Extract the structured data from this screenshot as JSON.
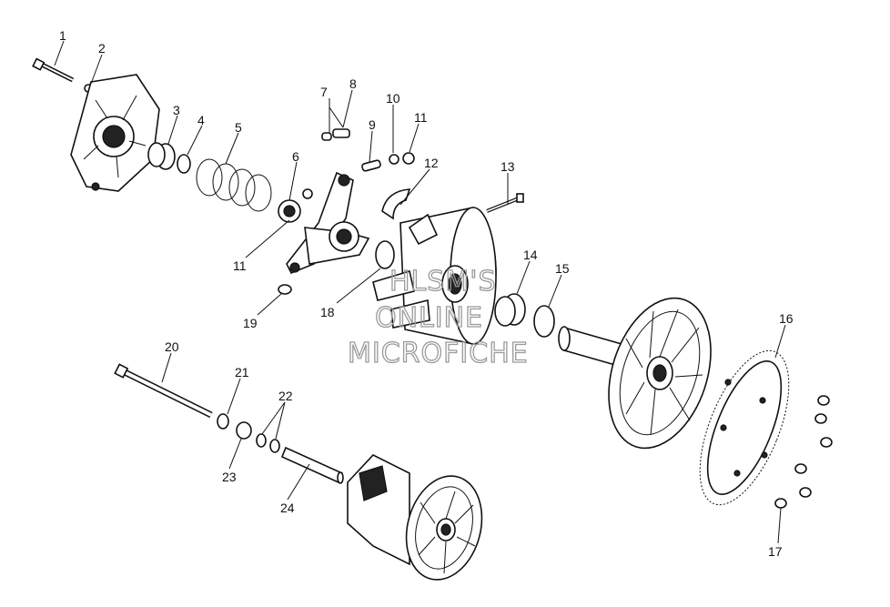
{
  "watermark": {
    "line1": "HLSM'S",
    "line2": "ONLINE",
    "line3": "MICROFICHE"
  },
  "callouts": [
    "1",
    "2",
    "3",
    "4",
    "5",
    "6",
    "7",
    "8",
    "9",
    "10",
    "11",
    "11",
    "12",
    "13",
    "14",
    "15",
    "16",
    "17",
    "18",
    "19",
    "20",
    "21",
    "22",
    "23",
    "24"
  ]
}
